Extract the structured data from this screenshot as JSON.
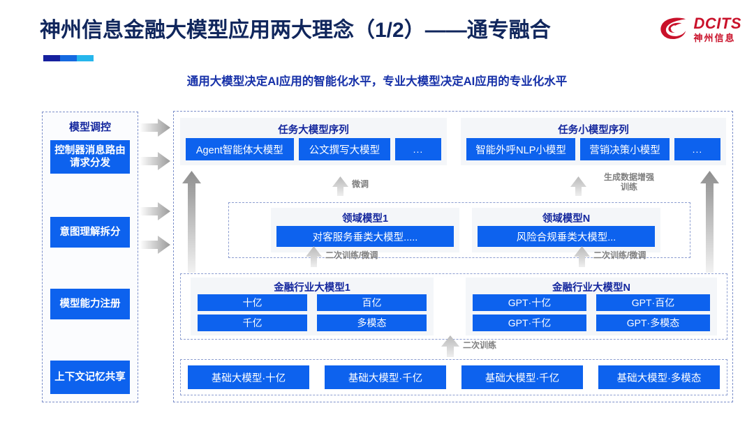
{
  "header": {
    "title": "神州信息金融大模型应用两大理念（1/2）——通专融合",
    "subtitle": "通用大模型决定AI应用的智能化水平，专业大模型决定AI应用的专业化水平",
    "logo_en": "DCITS",
    "logo_cn": "神州信息",
    "accent_colors": [
      "#16209e",
      "#1569e0",
      "#26b6ec"
    ],
    "title_color": "#10265c",
    "subtitle_color": "#1630a8",
    "logo_color": "#c9112a"
  },
  "theme": {
    "chip_blue": "#0d62ee",
    "panel_grey": "#f4f6f9",
    "dash_border": "#7b8ec9",
    "arrow_grey": "#b0b0b0"
  },
  "left_panel": {
    "title": "模型调控",
    "buttons": [
      {
        "label": "控制器消息路由请求分发"
      },
      {
        "label": "意图理解拆分"
      },
      {
        "label": "模型能力注册"
      },
      {
        "label": "上下文记忆共享"
      }
    ]
  },
  "task_panels": [
    {
      "title": "任务大模型序列",
      "chips": [
        "Agent智能体大模型",
        "公文撰写大模型",
        "..."
      ]
    },
    {
      "title": "任务小模型序列",
      "chips": [
        "智能外呼NLP小模型",
        "营销决策小模型",
        "..."
      ]
    }
  ],
  "domain_models": [
    {
      "title": "领域模型1",
      "chip": "对客服务垂类大模型....."
    },
    {
      "title": "领域模型N",
      "chip": "风险合规垂类大模型..."
    }
  ],
  "industry_models": [
    {
      "title": "金融行业大模型1",
      "chips": [
        "十亿",
        "百亿",
        "千亿",
        "多模态"
      ]
    },
    {
      "title": "金融行业大模型N",
      "chips": [
        "GPT·十亿",
        "GPT·百亿",
        "GPT·千亿",
        "GPT·多模态"
      ]
    }
  ],
  "base_models": {
    "chips": [
      "基础大模型·十亿",
      "基础大模型·千亿",
      "基础大模型·千亿",
      "基础大模型·多模态"
    ]
  },
  "arrow_labels": {
    "finetune_left": "微调",
    "gen_data_aug": "生成数据增强\n训练",
    "retrain_finetune_left": "二次训练/微调",
    "retrain_finetune_right": "二次训练/微调",
    "retrain": "二次训练"
  }
}
